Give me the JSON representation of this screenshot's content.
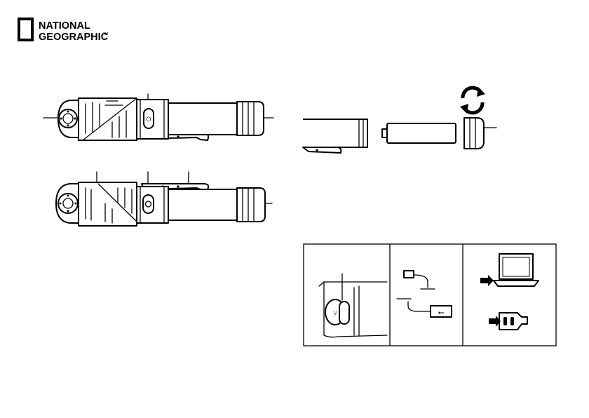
{
  "logo": {
    "line1": "NATIONAL",
    "line2": "GEOGRAPHIC",
    "trademark": "TM"
  },
  "figures": {
    "flashlight_top": "flashlight-side-view-usb",
    "flashlight_bottom": "flashlight-side-view-clip",
    "battery_step": "battery-replacement",
    "charging_panels": [
      "usb-port-closeup",
      "micro-usb-cable",
      "power-sources"
    ]
  },
  "icons": {
    "rotate": "rotate-arrows-icon",
    "usb": "usb-symbol-icon",
    "laptop": "laptop-icon",
    "adapter": "wall-adapter-icon"
  }
}
